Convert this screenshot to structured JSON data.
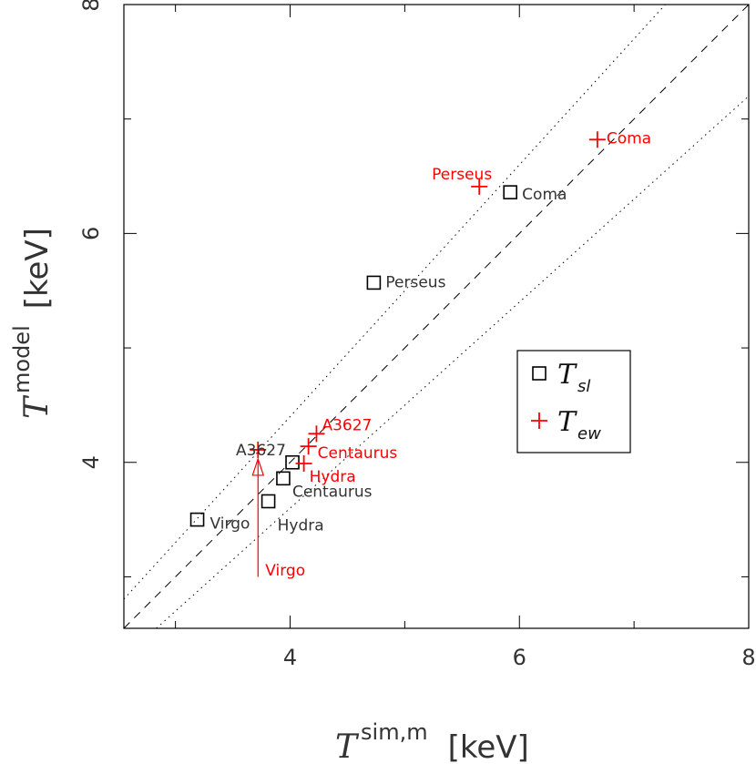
{
  "chart_data": {
    "type": "scatter",
    "x_range": [
      2.55,
      8.0
    ],
    "y_range": [
      2.55,
      8.0
    ],
    "x_ticks": [
      4,
      6,
      8
    ],
    "y_ticks": [
      4,
      6,
      8
    ],
    "xlabel": {
      "symbol": "T",
      "sup": "sim,m",
      "unit": "[keV]"
    },
    "ylabel": {
      "symbol": "T",
      "sup": "model",
      "unit": "[keV]"
    },
    "reference_lines": [
      {
        "style": "dashed",
        "slope": 1.0
      },
      {
        "style": "dotted",
        "slope": 1.1
      },
      {
        "style": "dotted",
        "slope": 0.9
      }
    ],
    "series": [
      {
        "name": "sl",
        "marker": "square",
        "color": "#000000",
        "points": [
          {
            "label": "Virgo",
            "x": 3.19,
            "y": 3.5
          },
          {
            "label": "Hydra",
            "x": 3.81,
            "y": 3.66
          },
          {
            "label": "Centaurus",
            "x": 3.94,
            "y": 3.86
          },
          {
            "label": "A3627",
            "x": 4.02,
            "y": 4.0
          },
          {
            "label": "Perseus",
            "x": 4.73,
            "y": 5.57
          },
          {
            "label": "Coma",
            "x": 5.92,
            "y": 6.36
          }
        ]
      },
      {
        "name": "ew",
        "marker": "plus",
        "color": "#ff0000",
        "points": [
          {
            "label": "Virgo",
            "x": 3.72,
            "y": 4.11,
            "arrow_from_y": 3.0
          },
          {
            "label": "Hydra",
            "x": 4.12,
            "y": 3.99
          },
          {
            "label": "Centaurus",
            "x": 4.16,
            "y": 4.14
          },
          {
            "label": "A3627",
            "x": 4.23,
            "y": 4.25
          },
          {
            "label": "Perseus",
            "x": 5.65,
            "y": 6.41
          },
          {
            "label": "Coma",
            "x": 6.68,
            "y": 6.82
          }
        ]
      }
    ],
    "legend": {
      "placement": "center-right",
      "entries": [
        {
          "symbol": "T",
          "sub": "sl",
          "marker": "square",
          "color": "#000000"
        },
        {
          "symbol": "T",
          "sub": "ew",
          "marker": "plus",
          "color": "#ff0000"
        }
      ]
    }
  }
}
